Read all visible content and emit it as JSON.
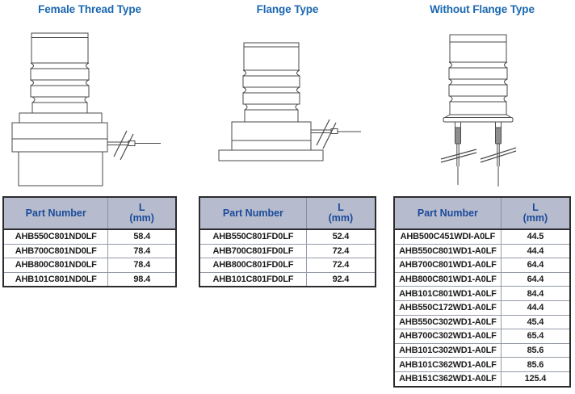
{
  "colors": {
    "title_blue": "#1a67b0",
    "header_text_blue": "#1b4a9b",
    "header_bg": "#b6bccd",
    "table_outer_border": "#2c2c2e",
    "table_grid": "#959ba7",
    "line_art": "#4a4a4a",
    "sleeve_gray": "#8e8e8e"
  },
  "sections": [
    {
      "title": "Female Thread Type",
      "table": {
        "header_part": "Part Number",
        "header_l_line1": "L",
        "header_l_line2": "(mm)",
        "rows": [
          {
            "part": "AHB550C801ND0LF",
            "l": "58.4"
          },
          {
            "part": "AHB700C801ND0LF",
            "l": "78.4"
          },
          {
            "part": "AHB800C801ND0LF",
            "l": "78.4"
          },
          {
            "part": "AHB101C801ND0LF",
            "l": "98.4"
          }
        ]
      }
    },
    {
      "title": "Flange Type",
      "table": {
        "header_part": "Part Number",
        "header_l_line1": "L",
        "header_l_line2": "(mm)",
        "rows": [
          {
            "part": "AHB550C801FD0LF",
            "l": "52.4"
          },
          {
            "part": "AHB700C801FD0LF",
            "l": "72.4"
          },
          {
            "part": "AHB800C801FD0LF",
            "l": "72.4"
          },
          {
            "part": "AHB101C801FD0LF",
            "l": "92.4"
          }
        ]
      }
    },
    {
      "title": "Without Flange Type",
      "table": {
        "header_part": "Part Number",
        "header_l_line1": "L",
        "header_l_line2": "(mm)",
        "rows": [
          {
            "part": "AHB500C451WDI-A0LF",
            "l": "44.5"
          },
          {
            "part": "AHB550C801WD1-A0LF",
            "l": "44.4"
          },
          {
            "part": "AHB700C801WD1-A0LF",
            "l": "64.4"
          },
          {
            "part": "AHB800C801WD1-A0LF",
            "l": "64.4"
          },
          {
            "part": "AHB101C801WD1-A0LF",
            "l": "84.4"
          },
          {
            "part": "AHB550C172WD1-A0LF",
            "l": "44.4"
          },
          {
            "part": "AHB550C302WD1-A0LF",
            "l": "45.4"
          },
          {
            "part": "AHB700C302WD1-A0LF",
            "l": "65.4"
          },
          {
            "part": "AHB101C302WD1-A0LF",
            "l": "85.6"
          },
          {
            "part": "AHB101C362WD1-A0LF",
            "l": "85.6"
          },
          {
            "part": "AHB151C362WD1-A0LF",
            "l": "125.4"
          }
        ]
      }
    }
  ]
}
